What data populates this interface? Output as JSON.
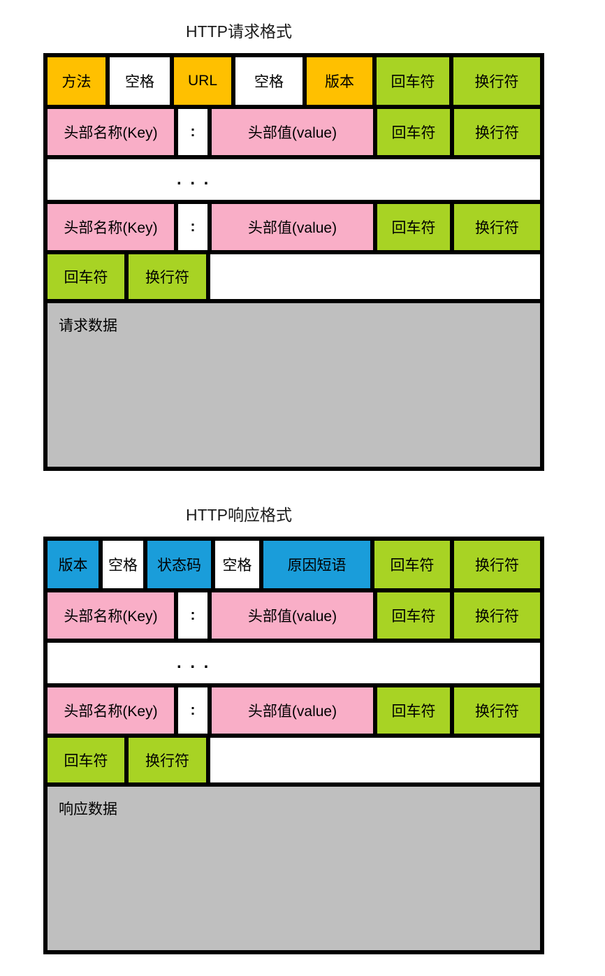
{
  "colors": {
    "orange": "#FFC000",
    "green": "#A8D324",
    "pink": "#F9AEC7",
    "blue": "#1A9DDA",
    "gray": "#BFBFBF",
    "white": "#FFFFFF",
    "border": "#000000"
  },
  "request": {
    "title": "HTTP请求格式",
    "line": {
      "method": "方法",
      "space1": "空格",
      "url": "URL",
      "space2": "空格",
      "version": "版本",
      "cr": "回车符",
      "lf": "换行符"
    },
    "header": {
      "key": "头部名称(Key)",
      "colon": ":",
      "value": "头部值(value)",
      "cr": "回车符",
      "lf": "换行符"
    },
    "ellipsis": ". . .",
    "end": {
      "cr": "回车符",
      "lf": "换行符"
    },
    "body": "请求数据"
  },
  "response": {
    "title": "HTTP响应格式",
    "line": {
      "version": "版本",
      "space1": "空格",
      "status": "状态码",
      "space2": "空格",
      "reason": "原因短语",
      "cr": "回车符",
      "lf": "换行符"
    },
    "header": {
      "key": "头部名称(Key)",
      "colon": ":",
      "value": "头部值(value)",
      "cr": "回车符",
      "lf": "换行符"
    },
    "ellipsis": ". . .",
    "end": {
      "cr": "回车符",
      "lf": "换行符"
    },
    "body": "响应数据"
  }
}
